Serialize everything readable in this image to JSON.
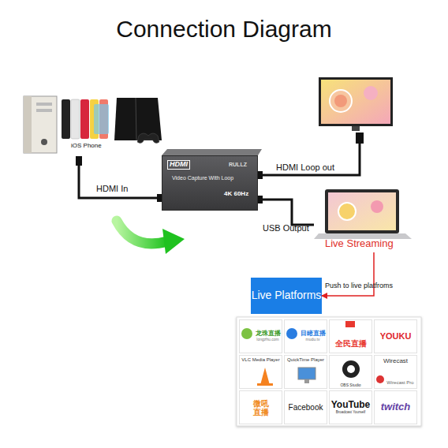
{
  "diagram": {
    "title": "Connection Diagram",
    "nodes": [
      {
        "text": [
          "iOS Phone"
        ]
      },
      {
        "text": [
          "HDMI",
          "RULLZ",
          "Video Capture With Loop",
          "4K 60Hz"
        ]
      },
      {
        "text": [
          "Live Streaming"
        ]
      },
      {
        "text": [
          "Live Platforms"
        ]
      },
      {
        "text": [
          "龙珠直播",
          "longzhu.com"
        ]
      },
      {
        "text": [
          "目睹直播",
          "mudu.tv"
        ]
      },
      {
        "text": [
          "全民直播"
        ]
      },
      {
        "text": [
          "YOUKU"
        ]
      },
      {
        "text": [
          "VLC Media Player"
        ]
      },
      {
        "text": [
          "QuickTime Player"
        ]
      },
      {
        "text": [
          "OBS Studio"
        ]
      },
      {
        "text": [
          "Wirecast",
          "Wirecast Pro"
        ]
      },
      {
        "text": [
          "微吼 直播"
        ]
      },
      {
        "text": [
          "Facebook"
        ]
      },
      {
        "text": [
          "YouTube",
          "Broadcast Yourself"
        ]
      },
      {
        "text": [
          "twitch"
        ]
      }
    ],
    "edges": [
      {
        "from": 0,
        "to": 1,
        "label": "HDMI In",
        "arrow": "none"
      },
      {
        "from": 1,
        "to": 2,
        "label": "USB Output",
        "arrow": "none"
      },
      {
        "from": 2,
        "to": 3,
        "label": "Push to live platfroms",
        "arrow": "to"
      }
    ],
    "labels": [
      "HDMI Loop out"
    ]
  }
}
